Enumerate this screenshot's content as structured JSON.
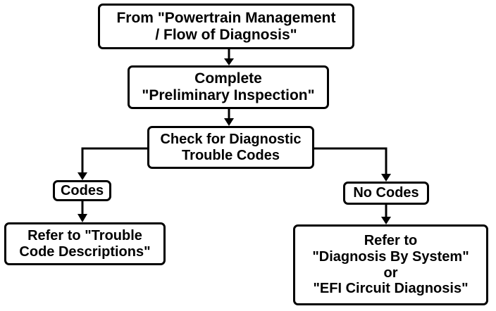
{
  "flowchart": {
    "from_box": {
      "line1": "From \"Powertrain Management",
      "line2": "/ Flow of Diagnosis\""
    },
    "complete_box": {
      "line1": "Complete",
      "line2": "\"Preliminary Inspection\""
    },
    "check_box": {
      "line1": "Check for Diagnostic",
      "line2": "Trouble Codes"
    },
    "codes_box": {
      "label": "Codes"
    },
    "no_codes_box": {
      "label": "No Codes"
    },
    "refer_codes_box": {
      "line1": "Refer to \"Trouble",
      "line2": "Code Descriptions\""
    },
    "refer_system_box": {
      "line1": "Refer to",
      "line2": "\"Diagnosis By System\"",
      "line3": "or",
      "line4": "\"EFI Circuit Diagnosis\""
    }
  },
  "colors": {
    "stroke": "#000000",
    "background": "#ffffff"
  }
}
